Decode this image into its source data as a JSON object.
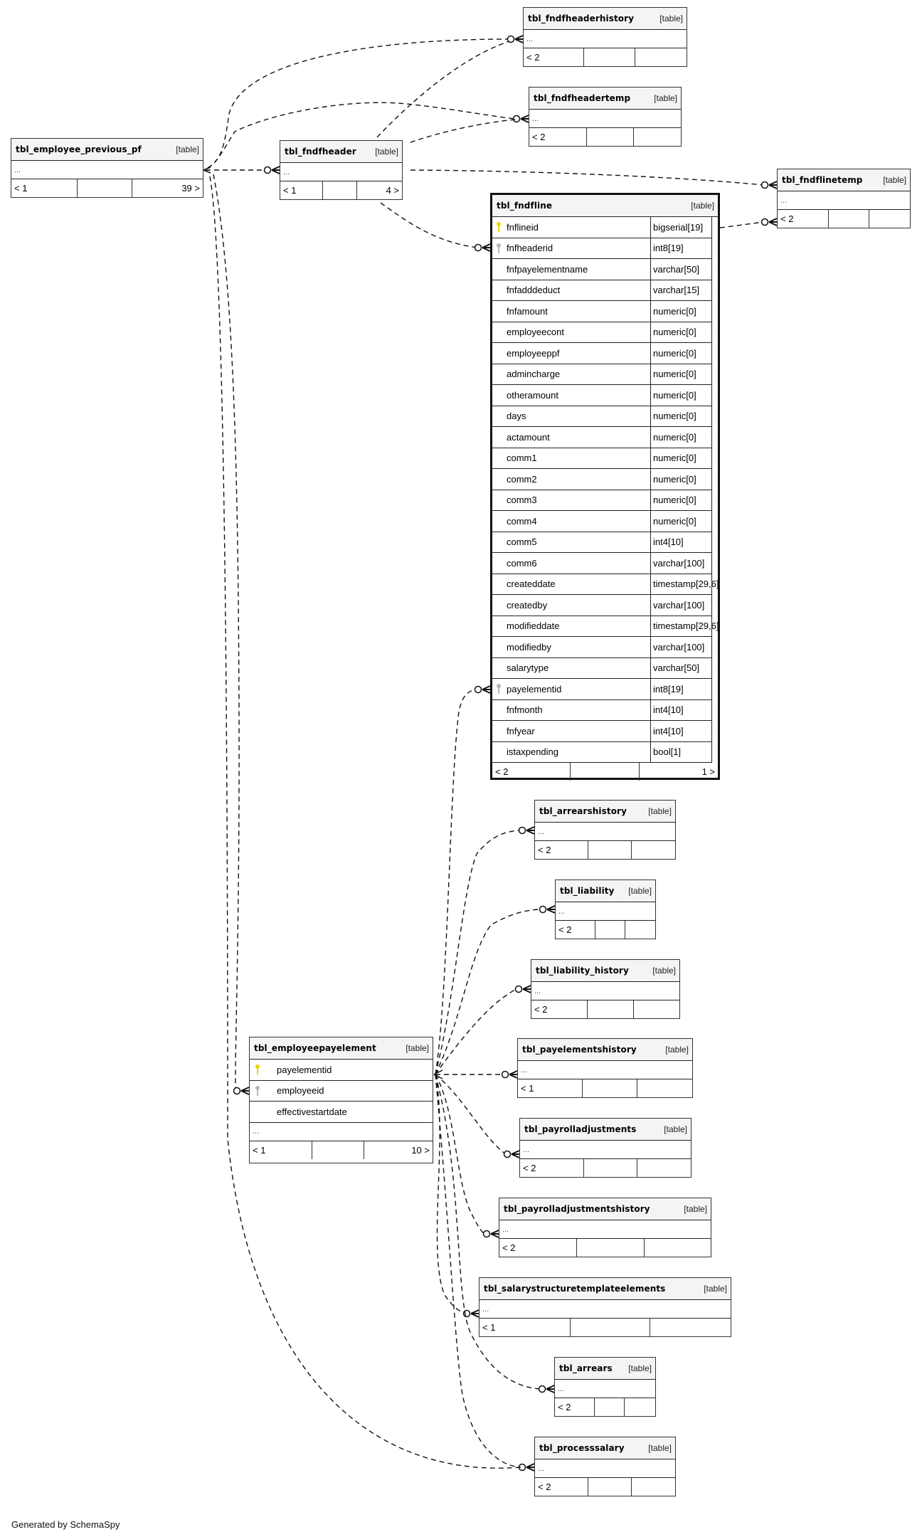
{
  "diagram": {
    "footer_note": "Generated by SchemaSpy",
    "type_label": "[table]",
    "ellipsis": "...",
    "tables": {
      "employee_previous_pf": {
        "name": "tbl_employee_previous_pf",
        "parents": "< 1",
        "children": "39 >"
      },
      "fndfheader": {
        "name": "tbl_fndfheader",
        "parents": "< 1",
        "children": "4 >"
      },
      "fndfheaderhistory": {
        "name": "tbl_fndfheaderhistory",
        "parents": "< 2",
        "children": ""
      },
      "fndfheadertemp": {
        "name": "tbl_fndfheadertemp",
        "parents": "< 2",
        "children": ""
      },
      "fndflinetemp": {
        "name": "tbl_fndflinetemp",
        "parents": "< 2",
        "children": ""
      },
      "fndfline": {
        "name": "tbl_fndfline",
        "parents": "< 2",
        "children": "1 >",
        "columns": [
          {
            "name": "fnflineid",
            "type": "bigserial[19]",
            "key": "primary"
          },
          {
            "name": "fnfheaderid",
            "type": "int8[19]",
            "key": "foreign"
          },
          {
            "name": "fnfpayelementname",
            "type": "varchar[50]",
            "key": ""
          },
          {
            "name": "fnfadddeduct",
            "type": "varchar[15]",
            "key": ""
          },
          {
            "name": "fnfamount",
            "type": "numeric[0]",
            "key": ""
          },
          {
            "name": "employeecont",
            "type": "numeric[0]",
            "key": ""
          },
          {
            "name": "employeeppf",
            "type": "numeric[0]",
            "key": ""
          },
          {
            "name": "admincharge",
            "type": "numeric[0]",
            "key": ""
          },
          {
            "name": "otheramount",
            "type": "numeric[0]",
            "key": ""
          },
          {
            "name": "days",
            "type": "numeric[0]",
            "key": ""
          },
          {
            "name": "actamount",
            "type": "numeric[0]",
            "key": ""
          },
          {
            "name": "comm1",
            "type": "numeric[0]",
            "key": ""
          },
          {
            "name": "comm2",
            "type": "numeric[0]",
            "key": ""
          },
          {
            "name": "comm3",
            "type": "numeric[0]",
            "key": ""
          },
          {
            "name": "comm4",
            "type": "numeric[0]",
            "key": ""
          },
          {
            "name": "comm5",
            "type": "int4[10]",
            "key": ""
          },
          {
            "name": "comm6",
            "type": "varchar[100]",
            "key": ""
          },
          {
            "name": "createddate",
            "type": "timestamp[29,6]",
            "key": ""
          },
          {
            "name": "createdby",
            "type": "varchar[100]",
            "key": ""
          },
          {
            "name": "modifieddate",
            "type": "timestamp[29,6]",
            "key": ""
          },
          {
            "name": "modifiedby",
            "type": "varchar[100]",
            "key": ""
          },
          {
            "name": "salarytype",
            "type": "varchar[50]",
            "key": ""
          },
          {
            "name": "payelementid",
            "type": "int8[19]",
            "key": "foreign"
          },
          {
            "name": "fnfmonth",
            "type": "int4[10]",
            "key": ""
          },
          {
            "name": "fnfyear",
            "type": "int4[10]",
            "key": ""
          },
          {
            "name": "istaxpending",
            "type": "bool[1]",
            "key": ""
          }
        ]
      },
      "employeepayelement": {
        "name": "tbl_employeepayelement",
        "parents": "< 1",
        "children": "10 >",
        "columns": [
          {
            "name": "payelementid",
            "key": "primary"
          },
          {
            "name": "employeeid",
            "key": "foreign"
          },
          {
            "name": "effectivestartdate",
            "key": ""
          }
        ]
      },
      "arrearshistory": {
        "name": "tbl_arrearshistory",
        "parents": "< 2",
        "children": ""
      },
      "liability": {
        "name": "tbl_liability",
        "parents": "< 2",
        "children": ""
      },
      "liability_history": {
        "name": "tbl_liability_history",
        "parents": "< 2",
        "children": ""
      },
      "payelementshistory": {
        "name": "tbl_payelementshistory",
        "parents": "< 1",
        "children": ""
      },
      "payrolladjustments": {
        "name": "tbl_payrolladjustments",
        "parents": "< 2",
        "children": ""
      },
      "payrolladjustmentshistory": {
        "name": "tbl_payrolladjustmentshistory",
        "parents": "< 2",
        "children": ""
      },
      "salarystructuretemplateelements": {
        "name": "tbl_salarystructuretemplateelements",
        "parents": "< 1",
        "children": ""
      },
      "arrears": {
        "name": "tbl_arrears",
        "parents": "< 2",
        "children": ""
      },
      "processsalary": {
        "name": "tbl_processsalary",
        "parents": "< 2",
        "children": ""
      }
    },
    "relationships": [
      {
        "from": "tbl_employee_previous_pf",
        "to": "tbl_fndfheader"
      },
      {
        "from": "tbl_employee_previous_pf",
        "to": "tbl_fndfheaderhistory"
      },
      {
        "from": "tbl_employee_previous_pf",
        "to": "tbl_fndfheadertemp"
      },
      {
        "from": "tbl_employee_previous_pf",
        "to": "tbl_employeepayelement"
      },
      {
        "from": "tbl_employee_previous_pf",
        "to": "tbl_processsalary"
      },
      {
        "from": "tbl_fndfheader",
        "to": "tbl_fndfheaderhistory"
      },
      {
        "from": "tbl_fndfheader",
        "to": "tbl_fndfheadertemp"
      },
      {
        "from": "tbl_fndfheader",
        "to": "tbl_fndflinetemp"
      },
      {
        "from": "tbl_fndfheader",
        "to": "tbl_fndfline"
      },
      {
        "from": "tbl_fndfline",
        "to": "tbl_fndflinetemp"
      },
      {
        "from": "tbl_employeepayelement",
        "to": "tbl_fndfline"
      },
      {
        "from": "tbl_employeepayelement",
        "to": "tbl_arrearshistory"
      },
      {
        "from": "tbl_employeepayelement",
        "to": "tbl_liability"
      },
      {
        "from": "tbl_employeepayelement",
        "to": "tbl_liability_history"
      },
      {
        "from": "tbl_employeepayelement",
        "to": "tbl_payelementshistory"
      },
      {
        "from": "tbl_employeepayelement",
        "to": "tbl_payrolladjustments"
      },
      {
        "from": "tbl_employeepayelement",
        "to": "tbl_payrolladjustmentshistory"
      },
      {
        "from": "tbl_employeepayelement",
        "to": "tbl_salarystructuretemplateelements"
      },
      {
        "from": "tbl_employeepayelement",
        "to": "tbl_arrears"
      },
      {
        "from": "tbl_employeepayelement",
        "to": "tbl_processsalary"
      }
    ]
  }
}
